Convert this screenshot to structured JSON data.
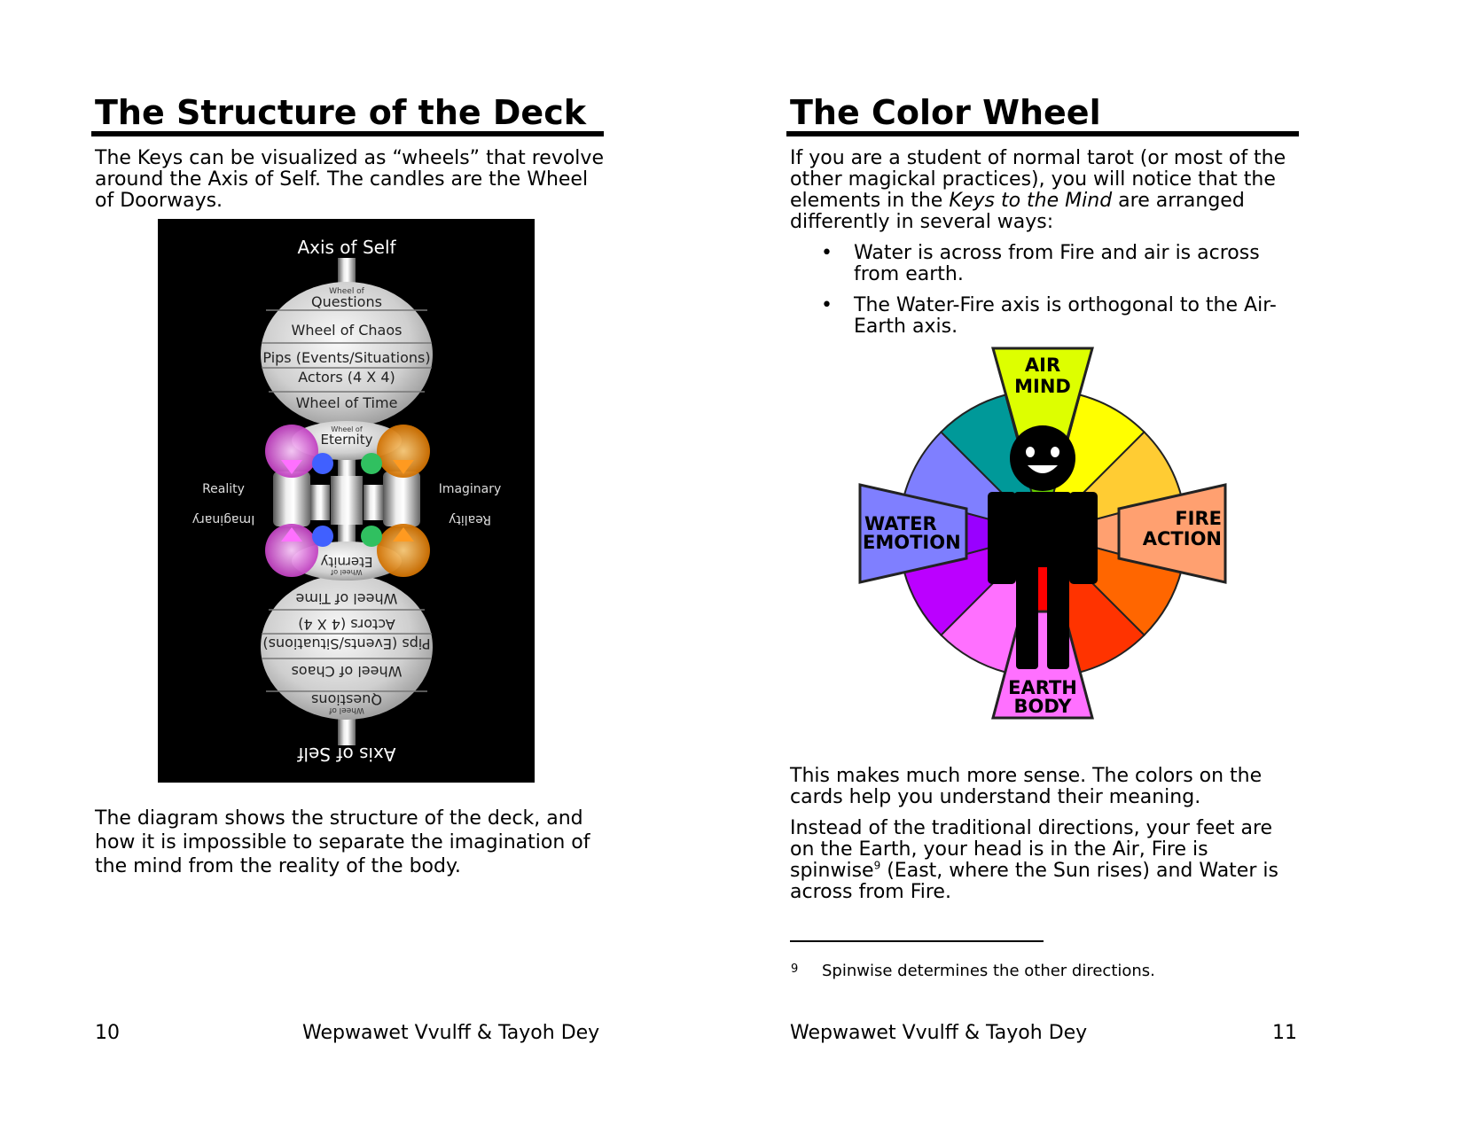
{
  "left": {
    "title": "The Structure of the Deck",
    "intro_l1": "The Keys can be visualized as “wheels” that revolve",
    "intro_l2": "around the Axis of Self. The candles are the Wheel",
    "intro_l3": "of Doorways.",
    "diagram": {
      "axis_label": "Axis of Self",
      "wheel_of_small": "Wheel of",
      "questions": "Questions",
      "chaos": "Wheel of Chaos",
      "pips": "Pips (Events/Situations)",
      "actors": "Actors (4 X 4)",
      "time": "Wheel of Time",
      "eternity": "Eternity",
      "reality": "Reality",
      "imaginary": "Imaginary"
    },
    "outro_l1": "The diagram shows the structure of the deck, and",
    "outro_l2": "how it is impossible to separate the imagination of",
    "outro_l3": "the mind from the reality of the body.",
    "page_number": "10",
    "authors": "Wepwawet Vvulff & Tayoh Dey"
  },
  "right": {
    "title": "The Color Wheel",
    "intro_l1": "If you are a student of normal tarot (or most of the",
    "intro_l2": "other magickal practices), you will notice that the",
    "intro_l3_pre": "elements in the ",
    "intro_l3_em": "Keys to the Mind",
    "intro_l3_post": " are arranged",
    "intro_l4": "differently in several ways:",
    "bullets": [
      {
        "l1": "Water is across from Fire and air is across",
        "l2": "from earth."
      },
      {
        "l1": "The Water-Fire axis is orthogonal to the Air-",
        "l2": "Earth axis."
      }
    ],
    "wheel": {
      "air": "AIR",
      "mind": "MIND",
      "water": "WATER",
      "emotion": "EMOTION",
      "fire": "FIRE",
      "action": "ACTION",
      "earth": "EARTH",
      "body": "BODY"
    },
    "sense_l1": "This makes much more sense. The colors on the",
    "sense_l2": "cards help you understand their meaning.",
    "dir_l1": "Instead of the traditional directions, your feet are",
    "dir_l2": "on the Earth, your head is in the Air, Fire is",
    "dir_l3_pre": "spinwise",
    "dir_l3_sup": "9",
    "dir_l3_post": " (East, where the Sun rises) and Water is",
    "dir_l4": "across from Fire.",
    "footnote_mark": "9",
    "footnote_text": "Spinwise determines the other directions.",
    "authors": "Wepwawet Vvulff & Tayoh Dey",
    "page_number": "11"
  },
  "colors": {
    "air": "#ddff00",
    "water": "#7f7fff",
    "fire": "#ffa070",
    "earth": "#ff70ff"
  }
}
